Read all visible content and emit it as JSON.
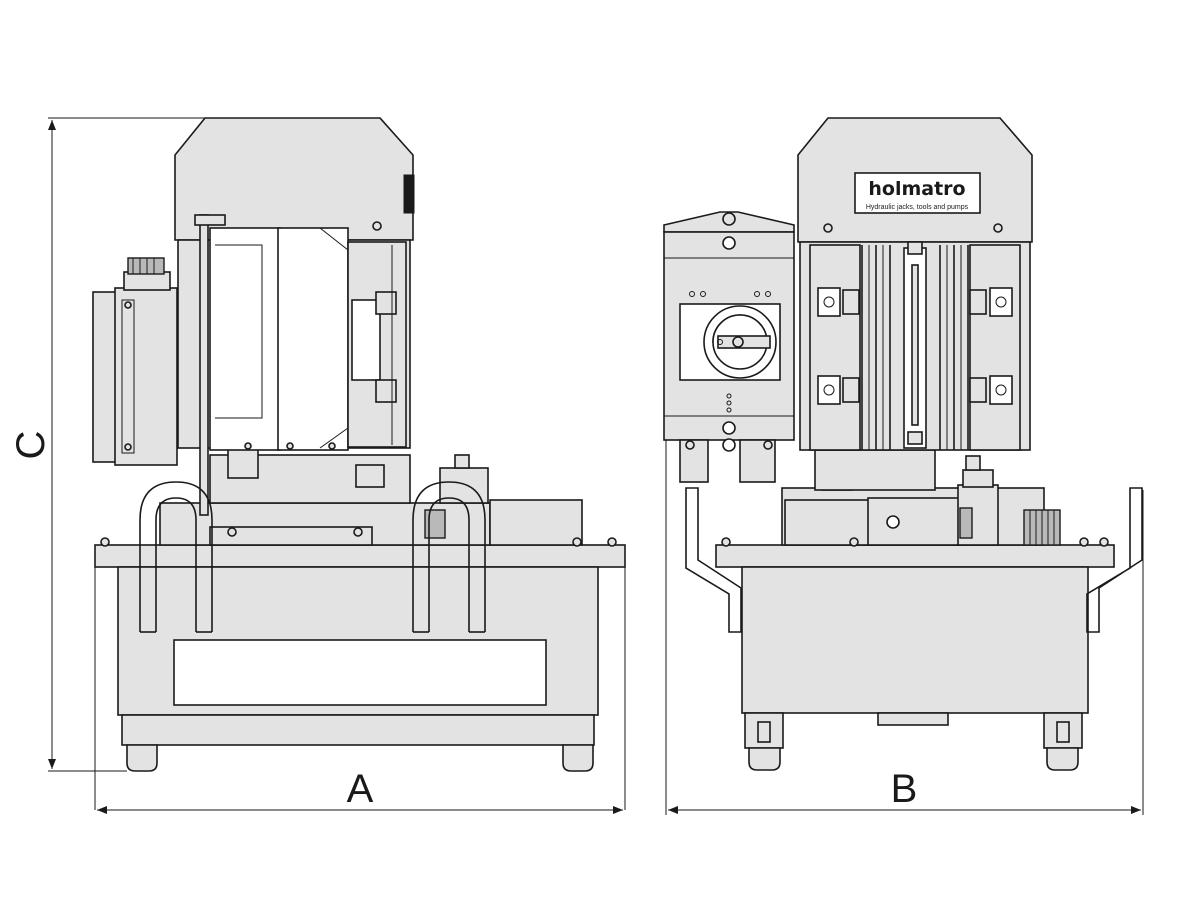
{
  "dimensions": {
    "width_label": "A",
    "depth_label": "B",
    "height_label": "C"
  },
  "nameplate": {
    "brand": "holmatro",
    "tagline": "Hydraulic jacks, tools and pumps"
  }
}
